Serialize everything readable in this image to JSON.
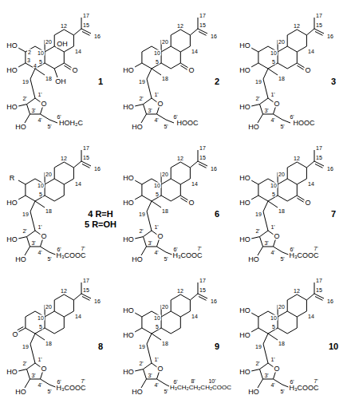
{
  "diagram": {
    "labels": [
      "HO",
      "20",
      "12",
      "17",
      "15",
      "16",
      "14",
      "OH",
      "10",
      "2",
      "3",
      "5",
      "HO",
      "19",
      "4",
      "18",
      "OH",
      "O",
      "HOH₂C",
      "6'",
      "5'",
      "O",
      "1'",
      "4'",
      "3'",
      "2'",
      "HO",
      "HO",
      "1",
      "HO",
      "20",
      "12",
      "17",
      "15",
      "16",
      "14",
      "10",
      "5",
      "19",
      "18",
      "O",
      "HOOC",
      "6'",
      "5'",
      "O",
      "1'",
      "2'",
      "3'",
      "4'",
      "HO",
      "HO",
      "2",
      "HO",
      "HO",
      "20",
      "12",
      "17",
      "15",
      "16",
      "14",
      "10",
      "5",
      "19",
      "18",
      "O",
      "HOOC",
      "6'",
      "5'",
      "O",
      "1'",
      "2'",
      "3'",
      "4'",
      "HO",
      "HO",
      "3",
      "R",
      "HO",
      "20",
      "12",
      "17",
      "15",
      "16",
      "14",
      "10",
      "5",
      "19",
      "18",
      "H₃COOC",
      "7'",
      "6'",
      "5'",
      "O",
      "1'",
      "2'",
      "3'",
      "4'",
      "HO",
      "HO",
      "4 R=H",
      "5 R=OH",
      "HO",
      "HO",
      "20",
      "12",
      "17",
      "15",
      "16",
      "14",
      "10",
      "5",
      "19",
      "18",
      "O",
      "H₃COOC",
      "7'",
      "6'",
      "5'",
      "O",
      "1'",
      "2'",
      "3'",
      "4'",
      "HO",
      "HO",
      "6",
      "HO",
      "HO",
      "20",
      "12",
      "17",
      "15",
      "16",
      "14",
      "10",
      "5",
      "19",
      "18",
      "O",
      "H₃COOC",
      "7'",
      "6'",
      "5'",
      "O",
      "1'",
      "2'",
      "3'",
      "4'",
      "HO",
      "HO",
      "7",
      "O",
      "20",
      "12",
      "17",
      "15",
      "16",
      "14",
      "10",
      "5",
      "19",
      "18",
      "H₃COOC",
      "7'",
      "6'",
      "5'",
      "O",
      "1'",
      "2'",
      "3'",
      "4'",
      "HO",
      "HO",
      "8",
      "HO",
      "HO",
      "20",
      "12",
      "17",
      "15",
      "16",
      "14",
      "10",
      "5",
      "19",
      "18",
      "H₃CH₂CH₂CH₂COOC",
      "10'",
      "8'",
      "6'",
      "5'",
      "O",
      "1'",
      "2'",
      "3'",
      "4'",
      "HO",
      "HO",
      "9",
      "HO",
      "HO",
      "20",
      "12",
      "17",
      "15",
      "16",
      "14",
      "10",
      "5",
      "19",
      "18",
      "H₃COOC",
      "7'",
      "6'",
      "5'",
      "O",
      "1'",
      "2'",
      "3'",
      "4'",
      "HO",
      "HO",
      "10"
    ]
  }
}
